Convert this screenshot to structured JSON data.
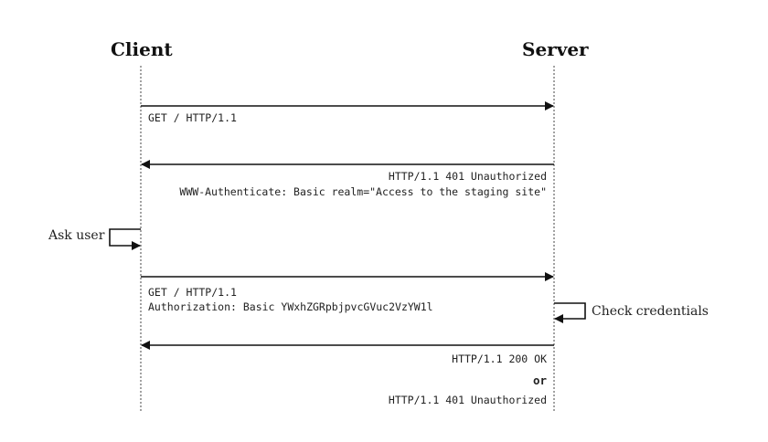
{
  "actors": {
    "client": "Client",
    "server": "Server"
  },
  "messages": {
    "m1_request_line": "GET / HTTP/1.1",
    "m2_status": "HTTP/1.1 401 Unauthorized",
    "m2_header": "WWW-Authenticate: Basic realm=\"Access to the staging site\"",
    "ask_user": "Ask user",
    "m3_request_line": "GET / HTTP/1.1",
    "m3_header": "Authorization: Basic YWxhZGRpbjpvcGVuc2VzYW1l",
    "check_credentials": "Check credentials",
    "m4_status_ok": "HTTP/1.1 200 OK",
    "m4_or": "or",
    "m4_status_unauth": "HTTP/1.1 401 Unauthorized"
  },
  "colors": {
    "line": "#111111",
    "text": "#222222",
    "background": "#ffffff"
  }
}
